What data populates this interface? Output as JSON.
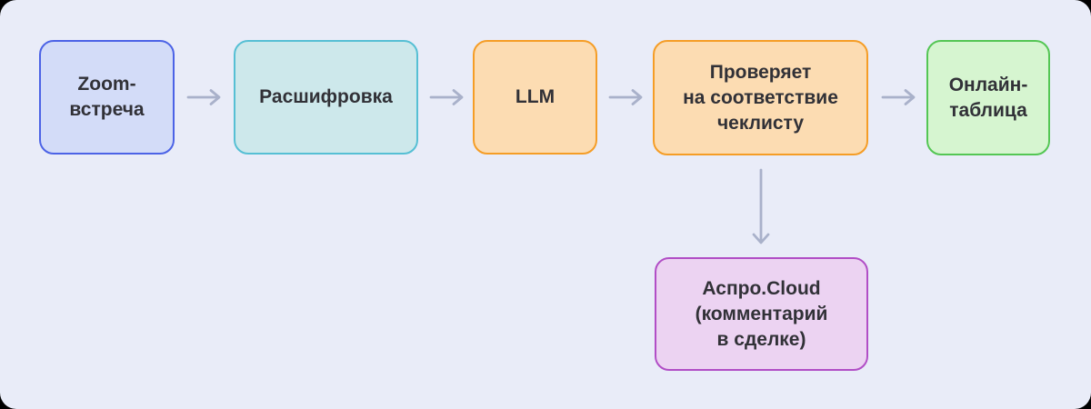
{
  "canvas": {
    "type": "flowchart",
    "background": "#e9ecf8",
    "outer_background": "#000000",
    "arrow_color": "#a9b1ca",
    "text_color": "#313137"
  },
  "flow": {
    "nodes": [
      {
        "id": "zoom-meeting",
        "label": "Zoom-встреча",
        "lines": [
          "Zoom-",
          "встреча"
        ],
        "fill": "#d3dcf8",
        "border": "#4c63e6"
      },
      {
        "id": "transcription",
        "label": "Расшифровка",
        "lines": [
          "Расшифровка"
        ],
        "fill": "#cde8eb",
        "border": "#56bfd4"
      },
      {
        "id": "llm",
        "label": "LLM",
        "lines": [
          "LLM"
        ],
        "fill": "#fcdcb2",
        "border": "#f59d26"
      },
      {
        "id": "checklist-check",
        "label": "Проверяет на соответствие чеклисту",
        "lines": [
          "Проверяет",
          "на соответствие",
          "чеклисту"
        ],
        "fill": "#fcdcb2",
        "border": "#f59d26"
      },
      {
        "id": "online-table",
        "label": "Онлайн-таблица",
        "lines": [
          "Онлайн-",
          "таблица"
        ],
        "fill": "#d6f5d0",
        "border": "#54c654"
      },
      {
        "id": "aspro-cloud",
        "label": "Аспро.Cloud (комментарий в сделке)",
        "lines": [
          "Аспро.Cloud",
          "(комментарий",
          "в сделке)"
        ],
        "fill": "#ecd3f2",
        "border": "#b14ec6"
      }
    ],
    "connections": [
      {
        "from": "zoom-meeting",
        "to": "transcription",
        "direction": "right"
      },
      {
        "from": "transcription",
        "to": "llm",
        "direction": "right"
      },
      {
        "from": "llm",
        "to": "checklist-check",
        "direction": "right"
      },
      {
        "from": "checklist-check",
        "to": "online-table",
        "direction": "right"
      },
      {
        "from": "checklist-check",
        "to": "aspro-cloud",
        "direction": "down"
      }
    ]
  }
}
